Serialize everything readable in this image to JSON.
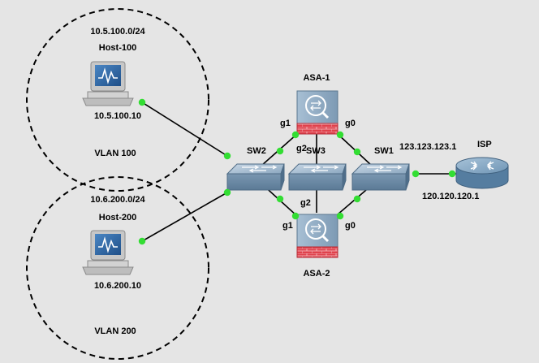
{
  "diagram": {
    "zones": [
      {
        "id": "vlan100",
        "subnet": "10.5.100.0/24",
        "host_name": "Host-100",
        "host_ip": "10.5.100.10",
        "vlan_label": "VLAN 100"
      },
      {
        "id": "vlan200",
        "subnet": "10.6.200.0/24",
        "host_name": "Host-200",
        "host_ip": "10.6.200.10",
        "vlan_label": "VLAN 200"
      }
    ],
    "devices": {
      "asa1": {
        "label": "ASA-1"
      },
      "asa2": {
        "label": "ASA-2"
      },
      "sw1": {
        "label": "SW1"
      },
      "sw2": {
        "label": "SW2"
      },
      "sw3": {
        "label": "SW3"
      },
      "isp": {
        "label": "ISP"
      }
    },
    "interfaces": {
      "asa1_g1": "g1",
      "asa1_g0": "g0",
      "asa1_g2": "g2",
      "asa2_g2": "g2",
      "asa2_g1": "g1",
      "asa2_g0": "g0"
    },
    "addresses": {
      "isp_ip": "123.123.123.1",
      "sw1_uplink_ip": "120.120.120.1"
    },
    "colors": {
      "background": "#e5e5e5",
      "link_dot": "#33dd33",
      "switch": "#7e9bb3",
      "firewall_brick": "#e0414c",
      "router": "#6f95b5"
    }
  }
}
